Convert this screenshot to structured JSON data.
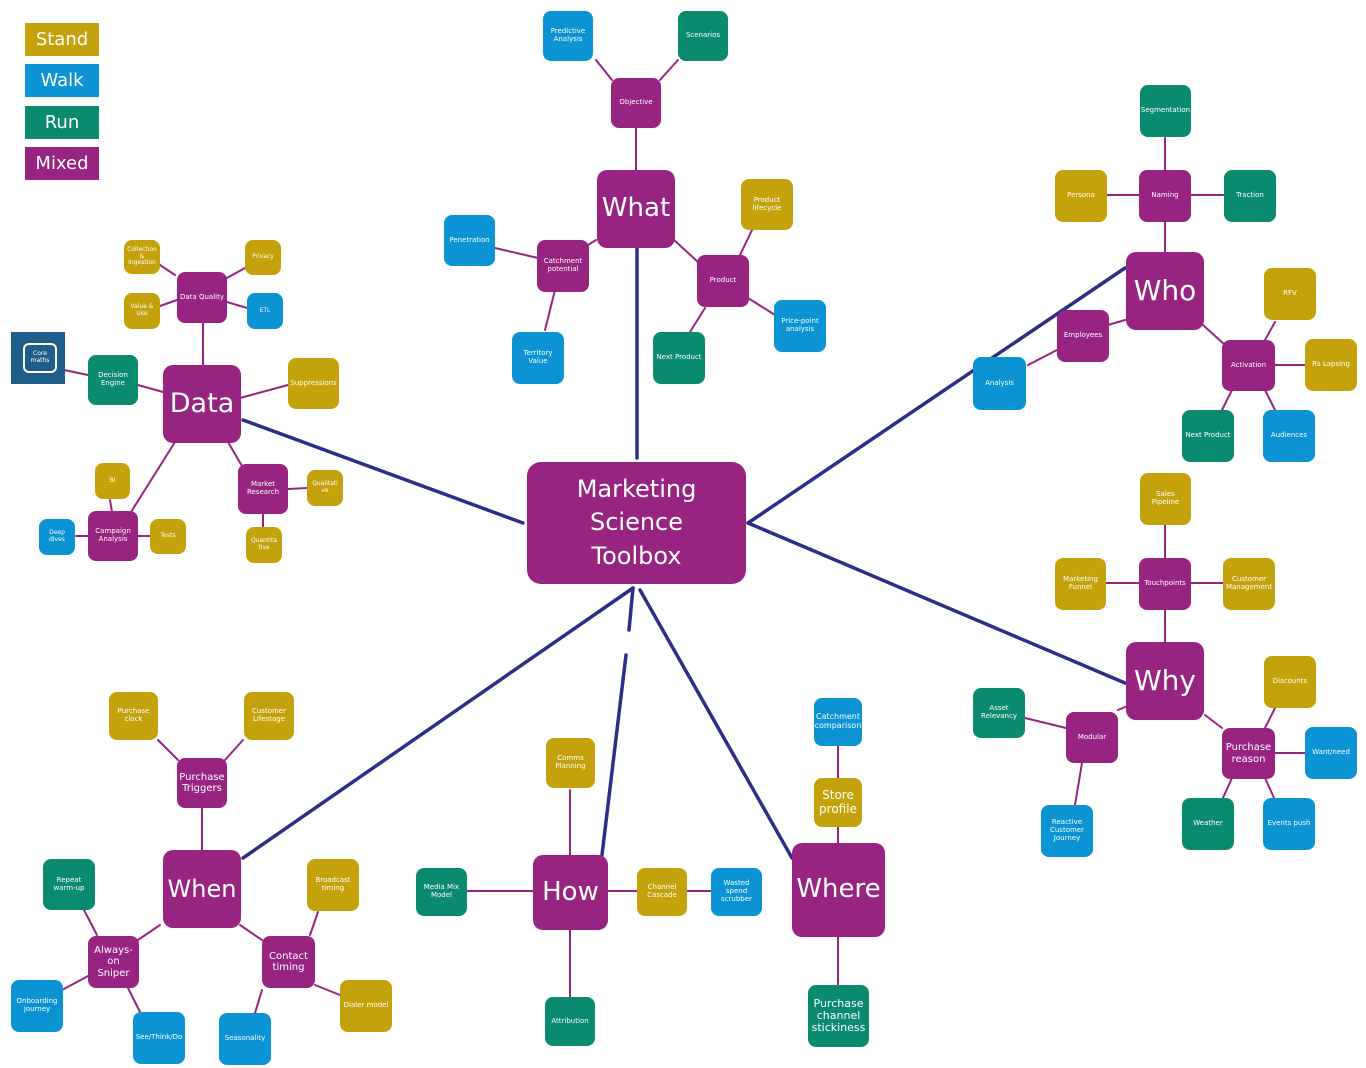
{
  "legend": {
    "stand": "Stand",
    "walk": "Walk",
    "run": "Run",
    "mixed": "Mixed"
  },
  "center": "Marketing Science Toolbox",
  "hubs": {
    "what": "What",
    "who": "Who",
    "data": "Data",
    "why": "Why",
    "when": "When",
    "how": "How",
    "where": "Where"
  },
  "what": {
    "objective": "Objective",
    "predictive": "Predictive Analysis",
    "scenarios": "Scenarios",
    "catchment": "Catchment potential",
    "penetration": "Penetration",
    "territory": "Territory Value",
    "product": "Product",
    "lifecycle": "Product lifecycle",
    "price_point": "Price-point analysis",
    "next_product": "Next Product"
  },
  "who": {
    "naming": "Naming",
    "segmentation": "Segmentation",
    "persona": "Persona",
    "traction": "Traction",
    "employees": "Employees",
    "analysis": "Analysis",
    "activation": "Activation",
    "rfv": "RFV",
    "rs_lapsing": "Rs Lapsing",
    "next_product": "Next Product",
    "audiences": "Audiences"
  },
  "data": {
    "data_quality": "Data Quality",
    "collection": "Collection & Ingestion",
    "privacy": "Privacy",
    "value_use": "Value & Use",
    "etl": "ETL",
    "decision_engine": "Decision Engine",
    "core_maths": "Core maths",
    "suppressions": "Suppressions",
    "market_research": "Market Research",
    "qualitative": "Qualitative",
    "quantitative": "Quantitative",
    "campaign_analysis": "Campaign Analysis",
    "bi": "BI",
    "deep_dives": "Deep dives",
    "tests": "Tests"
  },
  "why": {
    "touchpoints": "Touchpoints",
    "sales_pipeline": "Sales Pipeline",
    "marketing_funnel": "Marketing Funnel",
    "customer_management": "Customer Management",
    "modular": "Modular",
    "asset_relevancy": "Asset Relevancy",
    "reactive_journey": "Reactive Customer Journey",
    "purchase_reason": "Purchase reason",
    "discounts": "Discounts",
    "want_need": "Want/need",
    "weather": "Weather",
    "events_push": "Events push"
  },
  "when": {
    "purchase_triggers": "Purchase Triggers",
    "purchase_clock": "Purchase clock",
    "customer_lifestage": "Customer Lifestage",
    "always_on": "Always-on Sniper",
    "repeat_warm_up": "Repeat warm-up",
    "onboarding": "Onboarding journey",
    "see_think_do": "See/Think/Do",
    "contact_timing": "Contact timing",
    "broadcast_timing": "Broadcast timing",
    "dialer_model": "Dialer model",
    "seasonality": "Seasonality"
  },
  "how": {
    "comms_planning": "Comms Planning",
    "media_mix": "Media Mix Model",
    "channel_cascade": "Channel Cascade",
    "wasted_spend": "Wasted spend scrubber",
    "attribution": "Attribution"
  },
  "where": {
    "catchment_comparison": "Catchment comparison",
    "store_profile": "Store profile",
    "purchase_channel": "Purchase channel stickiness"
  },
  "colors": {
    "stand": "#c3a20c",
    "walk": "#0b93d4",
    "run": "#0a8a6f",
    "mixed": "#962480",
    "connector_main": "#2b2f87",
    "connector_sub": "#962480"
  }
}
